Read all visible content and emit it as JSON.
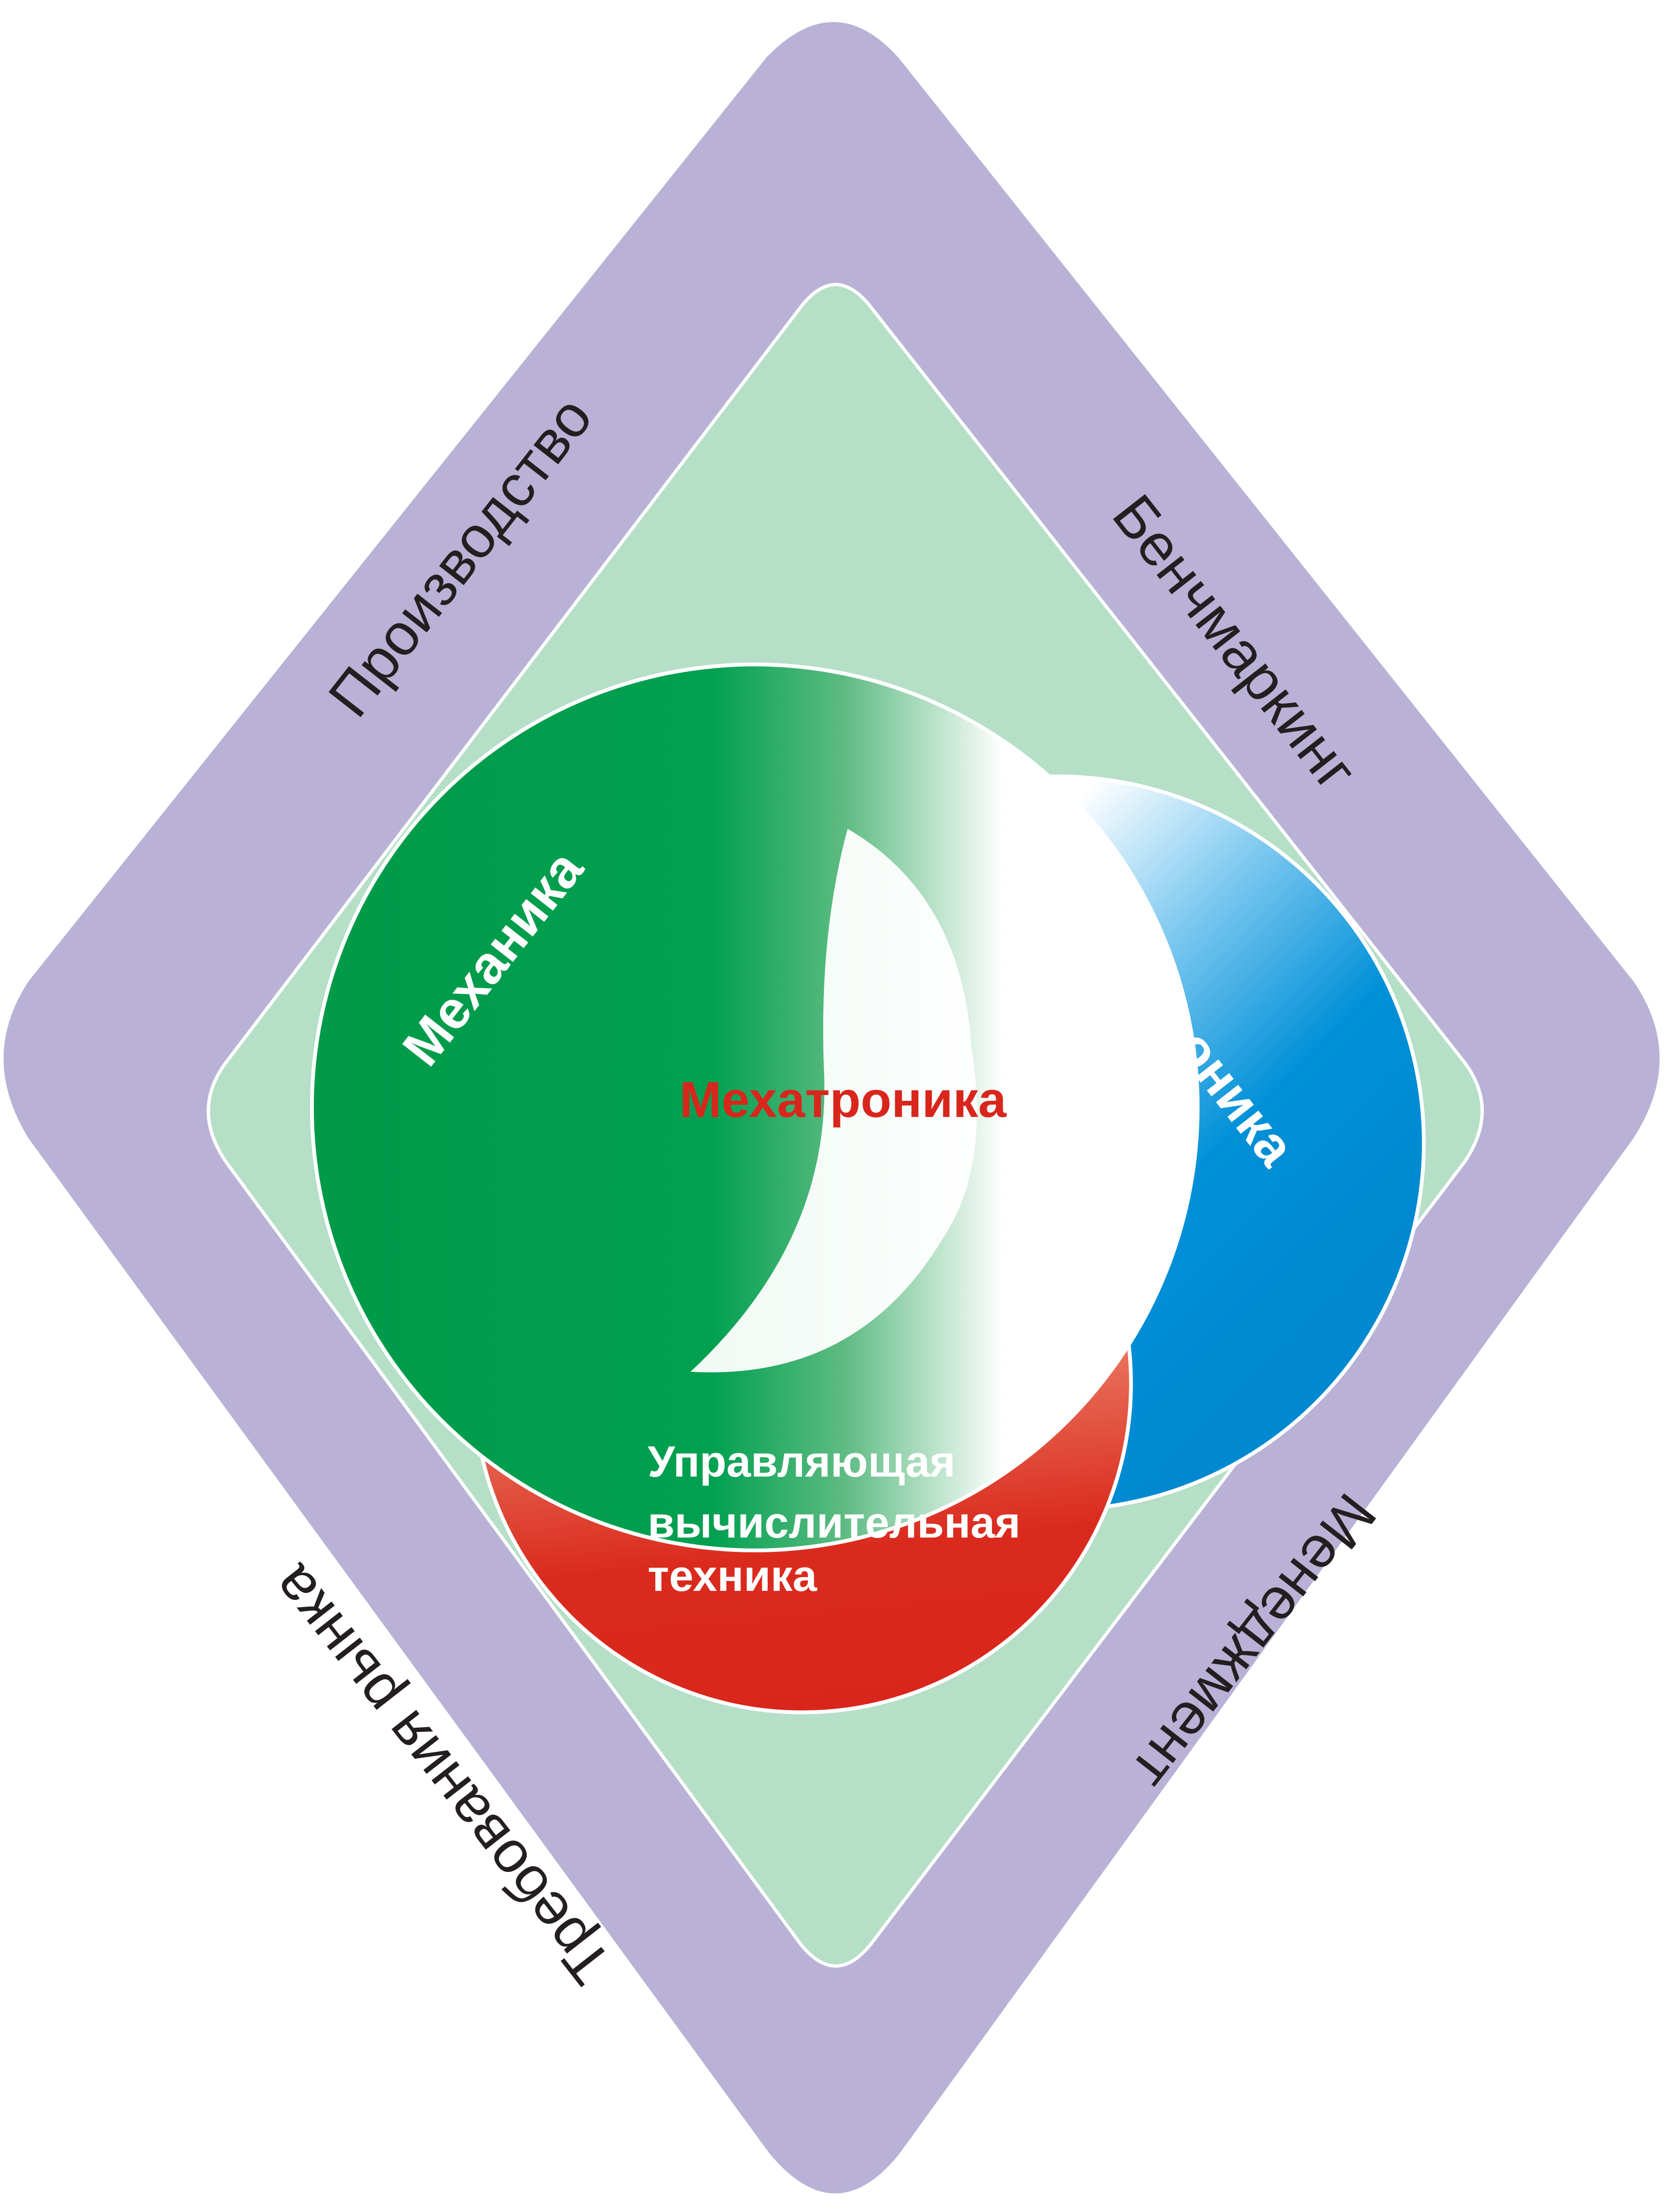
{
  "outer_labels": {
    "top_left": "Производство",
    "top_right": "Бенчмаркинг",
    "bottom_left": "Требования рынка",
    "bottom_right": "Менеджмент"
  },
  "circles": {
    "mechanics": "Механика",
    "electronics": "Электроника",
    "control_computing": [
      "Управляющая",
      "вычислительная",
      "техника"
    ]
  },
  "center": "Мехатроника",
  "colors": {
    "outer_diamond": "#b9b2d6",
    "inner_diamond": "#b5dfc7",
    "mechanics": "#00a050",
    "electronics": "#0090d8",
    "control_computing": "#d9261c",
    "center_text": "#d9261c"
  }
}
